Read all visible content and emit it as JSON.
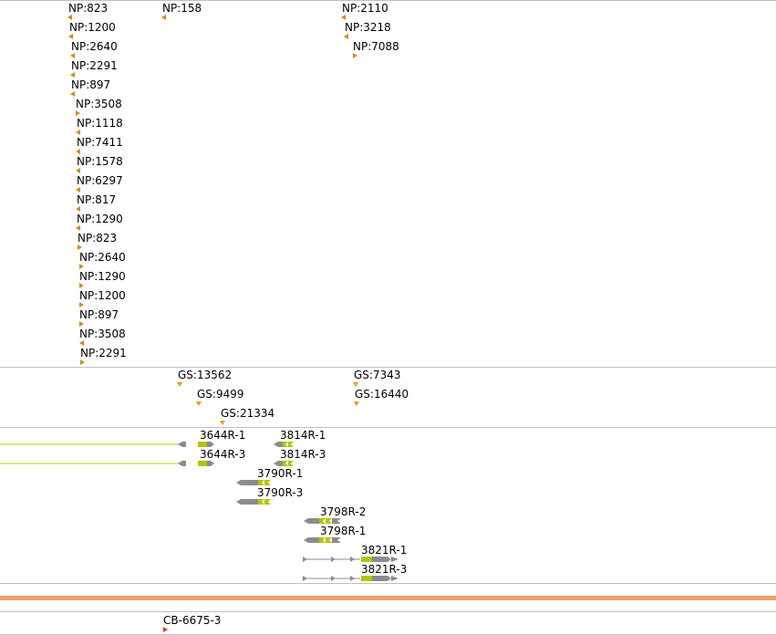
{
  "np_track": {
    "features": [
      {
        "label": "NP:823",
        "dir": "left"
      },
      {
        "label": "NP:1200",
        "dir": "left"
      },
      {
        "label": "NP:2640",
        "dir": "left"
      },
      {
        "label": "NP:2291",
        "dir": "left"
      },
      {
        "label": "NP:897",
        "dir": "left"
      },
      {
        "label": "NP:3508",
        "dir": "right"
      },
      {
        "label": "NP:1118",
        "dir": "left"
      },
      {
        "label": "NP:7411",
        "dir": "left"
      },
      {
        "label": "NP:1578",
        "dir": "left"
      },
      {
        "label": "NP:6297",
        "dir": "left"
      },
      {
        "label": "NP:817",
        "dir": "left"
      },
      {
        "label": "NP:1290",
        "dir": "left"
      },
      {
        "label": "NP:823",
        "dir": "right"
      },
      {
        "label": "NP:2640",
        "dir": "right"
      },
      {
        "label": "NP:1290",
        "dir": "right"
      },
      {
        "label": "NP:1200",
        "dir": "right"
      },
      {
        "label": "NP:897",
        "dir": "right"
      },
      {
        "label": "NP:3508",
        "dir": "left"
      },
      {
        "label": "NP:2291",
        "dir": "right"
      },
      {
        "label": "NP:158",
        "dir": "left"
      },
      {
        "label": "NP:2110",
        "dir": "left"
      },
      {
        "label": "NP:3218",
        "dir": "left"
      },
      {
        "label": "NP:7088",
        "dir": "right"
      }
    ]
  },
  "gs_track": {
    "features": [
      {
        "label": "GS:13562"
      },
      {
        "label": "GS:9499"
      },
      {
        "label": "GS:21334"
      },
      {
        "label": "GS:7343"
      },
      {
        "label": "GS:16440"
      }
    ]
  },
  "transcript_track": {
    "features": [
      {
        "label": "3644R-1"
      },
      {
        "label": "3644R-3"
      },
      {
        "label": "3814R-1"
      },
      {
        "label": "3814R-3"
      },
      {
        "label": "3790R-1"
      },
      {
        "label": "3790R-3"
      },
      {
        "label": "3798R-2"
      },
      {
        "label": "3798R-1"
      },
      {
        "label": "3821R-1"
      },
      {
        "label": "3821R-3"
      }
    ]
  },
  "cb_track": {
    "features": [
      {
        "label": "CB-6675-3"
      }
    ]
  },
  "colors": {
    "np_marker": "#c8930a",
    "gs_marker": "#e8a000",
    "exon_gray": "#8c8c8c",
    "exon_lime": "#b5c400",
    "intron_line": "#c8c800",
    "orange_bar": "#f0a070",
    "cb_marker": "#e04020",
    "separator": "#c0c0c0"
  }
}
